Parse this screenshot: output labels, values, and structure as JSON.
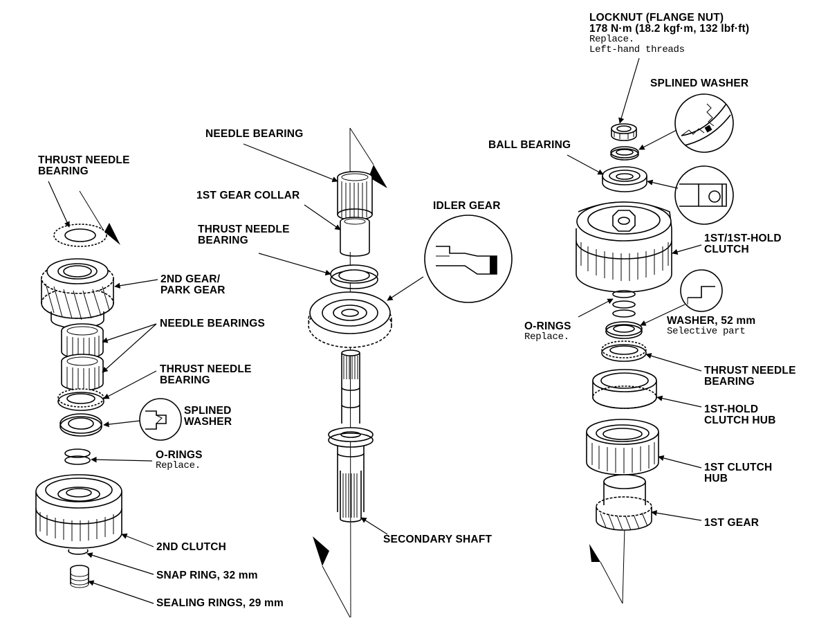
{
  "labels": {
    "thrust_needle_bearing_top": [
      "THRUST NEEDLE",
      "BEARING"
    ],
    "second_gear": [
      "2ND GEAR/",
      "PARK GEAR"
    ],
    "needle_bearings": "NEEDLE BEARINGS",
    "thrust_needle_bearing_mid": [
      "THRUST NEEDLE",
      "BEARING"
    ],
    "splined_washer_left": [
      "SPLINED",
      "WASHER"
    ],
    "o_rings_left": "O-RINGS",
    "o_rings_left_note": "Replace.",
    "second_clutch": "2ND CLUTCH",
    "snap_ring": "SNAP RING, 32 mm",
    "sealing_rings": "SEALING RINGS, 29 mm",
    "needle_bearing_center": "NEEDLE BEARING",
    "first_gear_collar": "1ST GEAR COLLAR",
    "thrust_needle_bearing_center": [
      "THRUST NEEDLE",
      "BEARING"
    ],
    "idler_gear": "IDLER GEAR",
    "secondary_shaft": "SECONDARY SHAFT",
    "locknut": [
      "LOCKNUT (FLANGE NUT)",
      "178 N·m (18.2 kgf·m, 132 lbf·ft)"
    ],
    "locknut_notes": [
      "Replace.",
      "Left-hand threads"
    ],
    "splined_washer_right": "SPLINED WASHER",
    "ball_bearing": "BALL BEARING",
    "first_hold_clutch": [
      "1ST/1ST-HOLD",
      "CLUTCH"
    ],
    "o_rings_right": "O-RINGS",
    "o_rings_right_note": "Replace.",
    "washer_52": "WASHER, 52 mm",
    "washer_52_note": "Selective part",
    "thrust_needle_bearing_right": [
      "THRUST NEEDLE",
      "BEARING"
    ],
    "first_hold_clutch_hub": [
      "1ST-HOLD",
      "CLUTCH HUB"
    ],
    "first_clutch_hub": [
      "1ST CLUTCH",
      "HUB"
    ],
    "first_gear": "1ST GEAR"
  },
  "icons": [
    "needle-bearing-icon",
    "gear-icon",
    "clutch-drum-icon",
    "shaft-icon",
    "o-ring-icon",
    "washer-icon",
    "locknut-icon",
    "detail-magnifier-icon",
    "direction-arrow-icon"
  ]
}
